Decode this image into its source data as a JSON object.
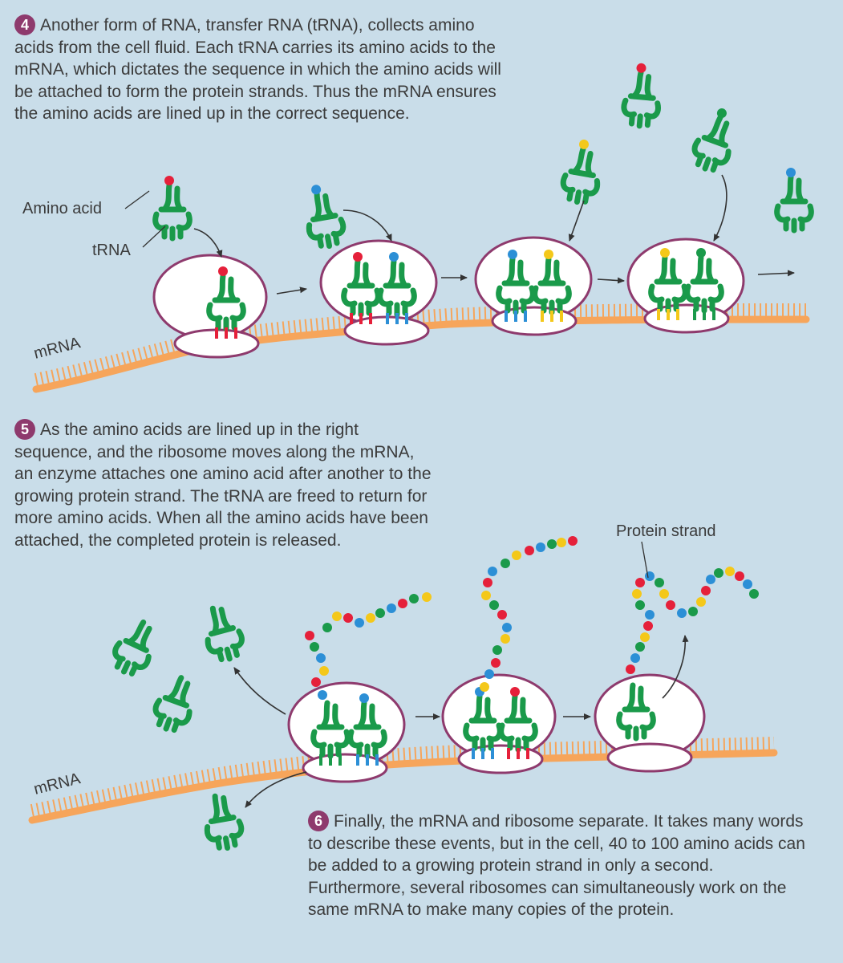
{
  "steps": [
    {
      "number": "4",
      "text": "Another form of RNA, transfer RNA (tRNA), collects amino acids from the cell fluid. Each tRNA carries its amino acids to the mRNA, which dictates the sequence in which the amino acids will be attached to form the protein strands. Thus the mRNA ensures the amino acids are lined up in the correct sequence."
    },
    {
      "number": "5",
      "text": "As the amino acids are lined up in the right sequence, and the ribosome moves along the mRNA, an enzyme attaches one amino acid after another to the growing protein strand. The tRNA are freed to return for more amino acids. When all the amino acids have been attached, the completed protein is released."
    },
    {
      "number": "6",
      "text": "Finally, the mRNA and ribosome separate. It takes many words to describe these events, but in the cell, 40 to 100 amino acids can be added to a growing protein strand in only a second. Furthermore, several ribosomes can simultaneously work on the same mRNA to make many copies of the protein."
    }
  ],
  "labels": {
    "amino_acid": "Amino acid",
    "trna": "tRNA",
    "mrna_top": "mRNA",
    "mrna_bottom": "mRNA",
    "protein_strand": "Protein strand"
  },
  "colors": {
    "background": "#c9dde9",
    "trna": "#1a9a4a",
    "mrna": "#f6a55b",
    "ribosome_outline": "#8e3a6d",
    "step_badge": "#8e3a6d",
    "amino_red": "#e5203a",
    "amino_blue": "#2c8fd6",
    "amino_yellow": "#f4c81a",
    "amino_green": "#1a9a4a"
  }
}
